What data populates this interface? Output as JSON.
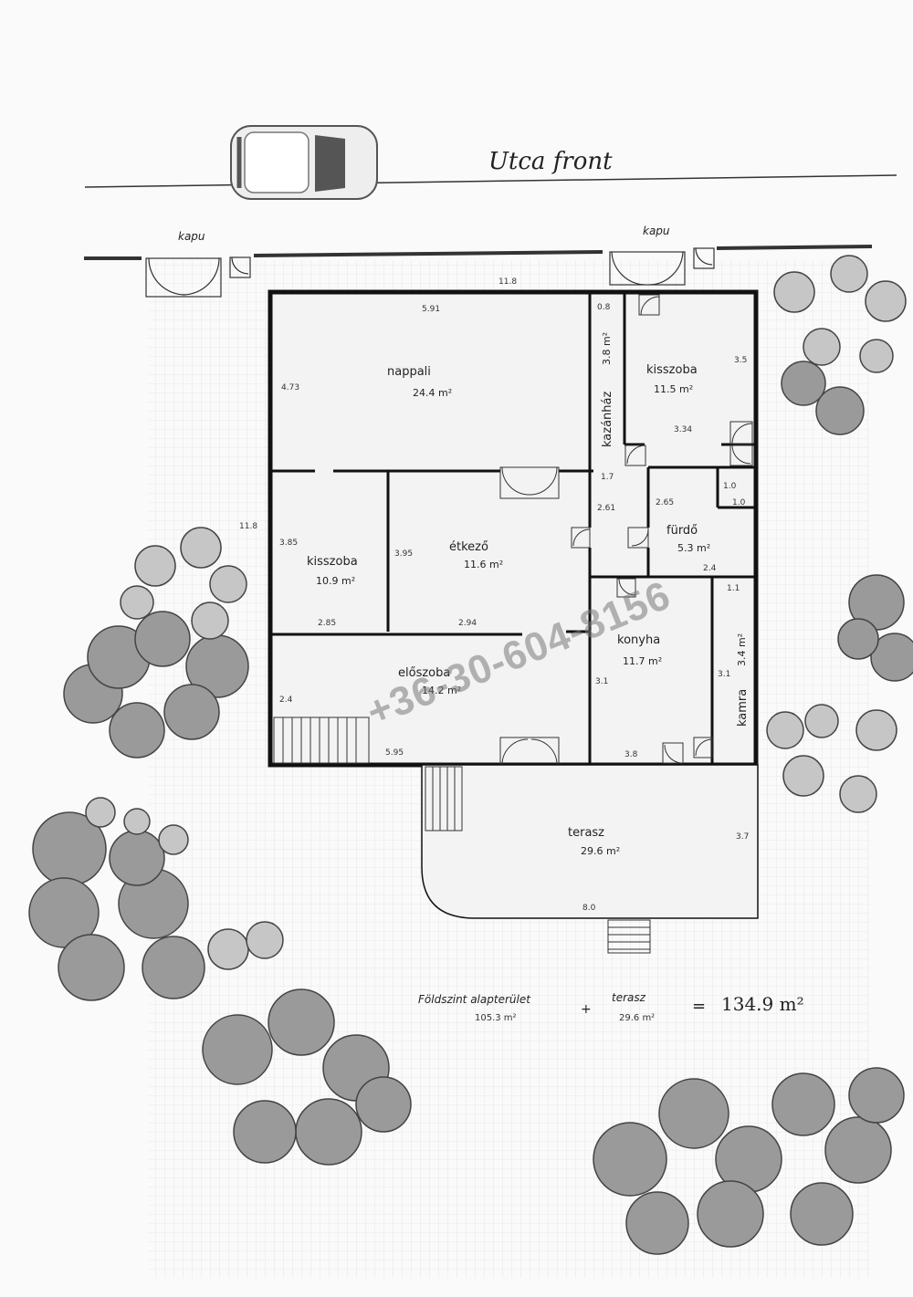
{
  "street": {
    "label": "Utca front"
  },
  "gates": {
    "left": "kapu",
    "right": "kapu"
  },
  "rooms": {
    "nappali": {
      "name": "nappali",
      "area": "24.4 m²"
    },
    "kisszoba1": {
      "name": "kisszoba",
      "area": "11.5 m²"
    },
    "kazanhaz": {
      "name": "kazánház",
      "area": "3.8 m²"
    },
    "kisszoba2": {
      "name": "kisszoba",
      "area": "10.9 m²"
    },
    "etkezo": {
      "name": "étkező",
      "area": "11.6 m²"
    },
    "furdo": {
      "name": "fürdő",
      "area": "5.3 m²"
    },
    "eloszoba": {
      "name": "előszoba",
      "area": "14.2 m²"
    },
    "konyha": {
      "name": "konyha",
      "area": "11.7 m²"
    },
    "kamra": {
      "name": "kamra",
      "area": "3.4 m²"
    },
    "terasz": {
      "name": "terasz",
      "area": "29.6 m²"
    }
  },
  "dimensions": {
    "lot_width": "11.8",
    "lot_depth": "11.8",
    "nappali_width": "5.91",
    "nappali_depth": "4.73",
    "kazanhaz_width": "0.8",
    "kisszoba1_depth": "3.5",
    "kisszoba1_width": "3.34",
    "hall_width": "1.7",
    "hall_depth": "2.61",
    "furdo_width": "2.65",
    "furdo_depth_small": "1.0",
    "furdo_width_small": "1.0",
    "furdo_bottom": "2.4",
    "kisszoba2_depth": "3.85",
    "kisszoba2_width": "2.85",
    "etkezo_depth": "3.95",
    "etkezo_width": "2.94",
    "kamra_width": "1.1",
    "konyha_depth": "3.1",
    "kamra_depth": "3.1",
    "konyha_width": "3.8",
    "eloszoba_depth": "2.4",
    "eloszoba_width": "5.95",
    "terasz_depth": "3.7",
    "terasz_width": "8.0"
  },
  "summary": {
    "ground_label": "Földszint alapterület",
    "ground_area": "105.3 m²",
    "plus": "+",
    "terrace_label": "terasz",
    "terrace_area": "29.6 m²",
    "equals": "=",
    "total": "134.9 m²"
  },
  "watermark": "+36-30-604-8156"
}
